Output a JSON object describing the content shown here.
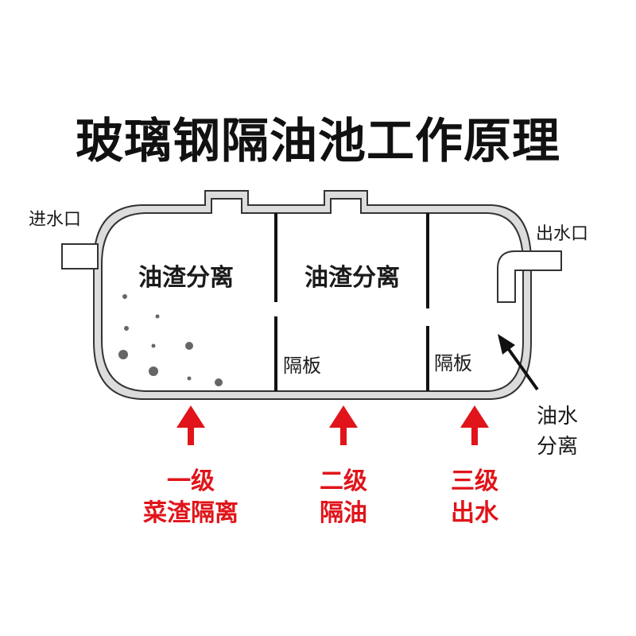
{
  "title": "玻璃钢隔油池工作原理",
  "inlet_label": "进水口",
  "outlet_label": "出水口",
  "chambers": [
    {
      "label": "油渣分离"
    },
    {
      "label": "油渣分离"
    }
  ],
  "baffles": [
    {
      "label": "隔板"
    },
    {
      "label": "隔板"
    }
  ],
  "oil_water_label": {
    "line1": "油水",
    "line2": "分离"
  },
  "stages": [
    {
      "line1": "一级",
      "line2": "菜渣隔离"
    },
    {
      "line1": "二级",
      "line2": "隔油"
    },
    {
      "line1": "三级",
      "line2": "出水"
    }
  ],
  "colors": {
    "tank_fill": "#dcdcdc",
    "tank_inner": "#ffffff",
    "outline": "#333333",
    "arrow_red": "#e0141a",
    "particle": "#666666"
  }
}
